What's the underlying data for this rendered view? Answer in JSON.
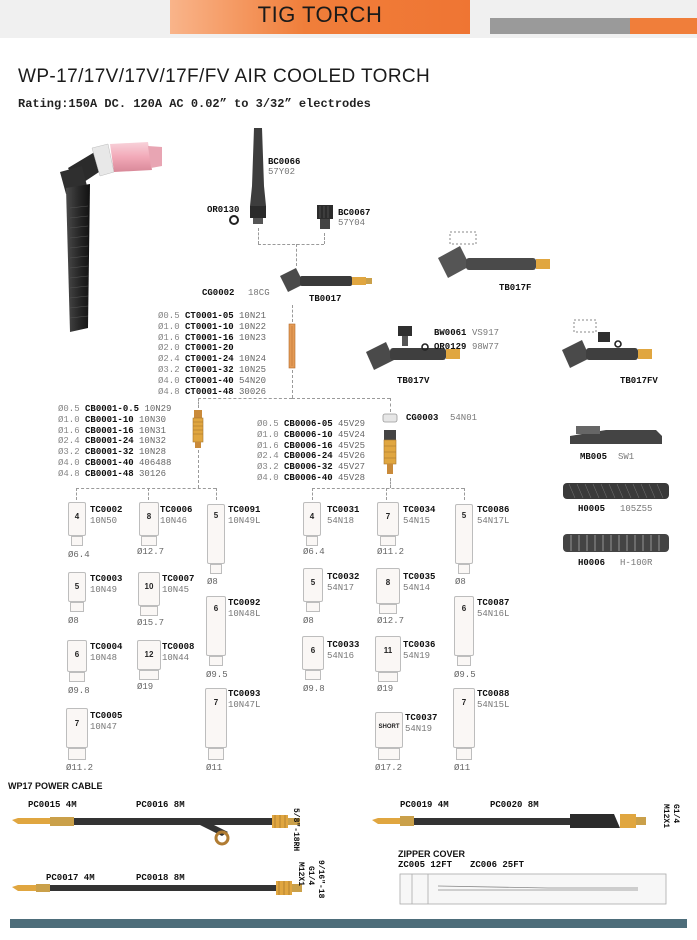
{
  "header": {
    "title": "TIG TORCH"
  },
  "title": "WP-17/17V/17V/17F/FV AIR COOLED TORCH",
  "rating": "Rating:150A DC. 120A AC 0.02” to 3/32” electrodes",
  "parts": {
    "bc0066": {
      "code": "BC0066",
      "alt": "57Y02"
    },
    "or0130": {
      "code": "OR0130"
    },
    "bc0067": {
      "code": "BC0067",
      "alt": "57Y04"
    },
    "cg0002": {
      "code": "CG0002",
      "alt": "18CG"
    },
    "tb0017": {
      "code": "TB0017"
    },
    "tb017f": {
      "code": "TB017F"
    },
    "bw0061": {
      "code": "BW0061",
      "alt": "VS917"
    },
    "or0129": {
      "code": "OR0129",
      "alt": "98W77"
    },
    "tb017v": {
      "code": "TB017V"
    },
    "tb017fv": {
      "code": "TB017FV"
    },
    "cg0003": {
      "code": "CG0003",
      "alt": "54N01"
    },
    "mb005": {
      "code": "MB005",
      "alt": "SW1"
    },
    "h0005": {
      "code": "H0005",
      "alt": "105Z55"
    },
    "h0006": {
      "code": "H0006",
      "alt": "H-100R"
    }
  },
  "collets": [
    {
      "d": "Ø0.5",
      "code": "CT0001-05",
      "alt": "10N21"
    },
    {
      "d": "Ø1.0",
      "code": "CT0001-10",
      "alt": "10N22"
    },
    {
      "d": "Ø1.6",
      "code": "CT0001-16",
      "alt": "10N23"
    },
    {
      "d": "Ø2.0",
      "code": "CT0001-20",
      "alt": ""
    },
    {
      "d": "Ø2.4",
      "code": "CT0001-24",
      "alt": "10N24"
    },
    {
      "d": "Ø3.2",
      "code": "CT0001-32",
      "alt": "10N25"
    },
    {
      "d": "Ø4.0",
      "code": "CT0001-40",
      "alt": "54N20"
    },
    {
      "d": "Ø4.8",
      "code": "CT0001-48",
      "alt": "30026"
    }
  ],
  "collet_bodies": [
    {
      "d": "Ø0.5",
      "code": "CB0001-0.5",
      "alt": "10N29"
    },
    {
      "d": "Ø1.0",
      "code": "CB0001-10",
      "alt": "10N30"
    },
    {
      "d": "Ø1.6",
      "code": "CB0001-16",
      "alt": "10N31"
    },
    {
      "d": "Ø2.4",
      "code": "CB0001-24",
      "alt": "10N32"
    },
    {
      "d": "Ø3.2",
      "code": "CB0001-32",
      "alt": "10N28"
    },
    {
      "d": "Ø4.0",
      "code": "CB0001-40",
      "alt": "406488"
    },
    {
      "d": "Ø4.8",
      "code": "CB0001-48",
      "alt": "30126"
    }
  ],
  "gas_lens": [
    {
      "d": "Ø0.5",
      "code": "CB0006-05",
      "alt": "45V29"
    },
    {
      "d": "Ø1.0",
      "code": "CB0006-10",
      "alt": "45V24"
    },
    {
      "d": "Ø1.6",
      "code": "CB0006-16",
      "alt": "45V25"
    },
    {
      "d": "Ø2.4",
      "code": "CB0006-24",
      "alt": "45V26"
    },
    {
      "d": "Ø3.2",
      "code": "CB0006-32",
      "alt": "45V27"
    },
    {
      "d": "Ø4.0",
      "code": "CB0006-40",
      "alt": "45V28"
    }
  ],
  "cups": [
    {
      "code": "TC0002",
      "alt": "10N50",
      "num": "4",
      "dia": "Ø6.4"
    },
    {
      "code": "TC0003",
      "alt": "10N49",
      "num": "5",
      "dia": "Ø8"
    },
    {
      "code": "TC0004",
      "alt": "10N48",
      "num": "6",
      "dia": "Ø9.8"
    },
    {
      "code": "TC0005",
      "alt": "10N47",
      "num": "7",
      "dia": "Ø11.2"
    },
    {
      "code": "TC0006",
      "alt": "10N46",
      "num": "8",
      "dia": "Ø12.7"
    },
    {
      "code": "TC0007",
      "alt": "10N45",
      "num": "10",
      "dia": "Ø15.7"
    },
    {
      "code": "TC0008",
      "alt": "10N44",
      "num": "12",
      "dia": "Ø19"
    },
    {
      "code": "TC0091",
      "alt": "10N49L",
      "num": "5",
      "dia": "Ø8"
    },
    {
      "code": "TC0092",
      "alt": "10N48L",
      "num": "6",
      "dia": "Ø9.5"
    },
    {
      "code": "TC0093",
      "alt": "10N47L",
      "num": "7",
      "dia": "Ø11"
    },
    {
      "code": "TC0031",
      "alt": "54N18",
      "num": "4",
      "dia": "Ø6.4"
    },
    {
      "code": "TC0032",
      "alt": "54N17",
      "num": "5",
      "dia": "Ø8"
    },
    {
      "code": "TC0033",
      "alt": "54N16",
      "num": "6",
      "dia": "Ø9.8"
    },
    {
      "code": "TC0034",
      "alt": "54N15",
      "num": "7",
      "dia": "Ø11.2"
    },
    {
      "code": "TC0035",
      "alt": "54N14",
      "num": "8",
      "dia": "Ø12.7"
    },
    {
      "code": "TC0036",
      "alt": "54N19",
      "num": "11",
      "dia": "Ø19"
    },
    {
      "code": "TC0037",
      "alt": "54N19",
      "num": "SHORT",
      "dia": "Ø17.2"
    },
    {
      "code": "TC0086",
      "alt": "54N17L",
      "num": "5",
      "dia": "Ø8"
    },
    {
      "code": "TC0087",
      "alt": "54N16L",
      "num": "6",
      "dia": "Ø9.5"
    },
    {
      "code": "TC0088",
      "alt": "54N15L",
      "num": "7",
      "dia": "Ø11"
    }
  ],
  "cables": {
    "section": "WP17 POWER CABLE",
    "pc0015": "PC0015 4M",
    "pc0016": "PC0016 8M",
    "thread1": "5/8\"-18RH",
    "pc0019": "PC0019 4M",
    "pc0020": "PC0020 8M",
    "thread2a": "G1/4",
    "thread2b": "M12X1",
    "pc0017": "PC0017 4M",
    "pc0018": "PC0018 8M",
    "thread3a": "9/16\"-18",
    "thread3b": "G1/4",
    "thread3c": "M12X1",
    "zipper_title": "ZIPPER COVER",
    "zc005": "ZC005 12FT",
    "zc006": "ZC006 25FT"
  },
  "colors": {
    "accent": "#f07e3a",
    "footer": "#4d6d7a",
    "ceramic": "#f4b6c2"
  }
}
